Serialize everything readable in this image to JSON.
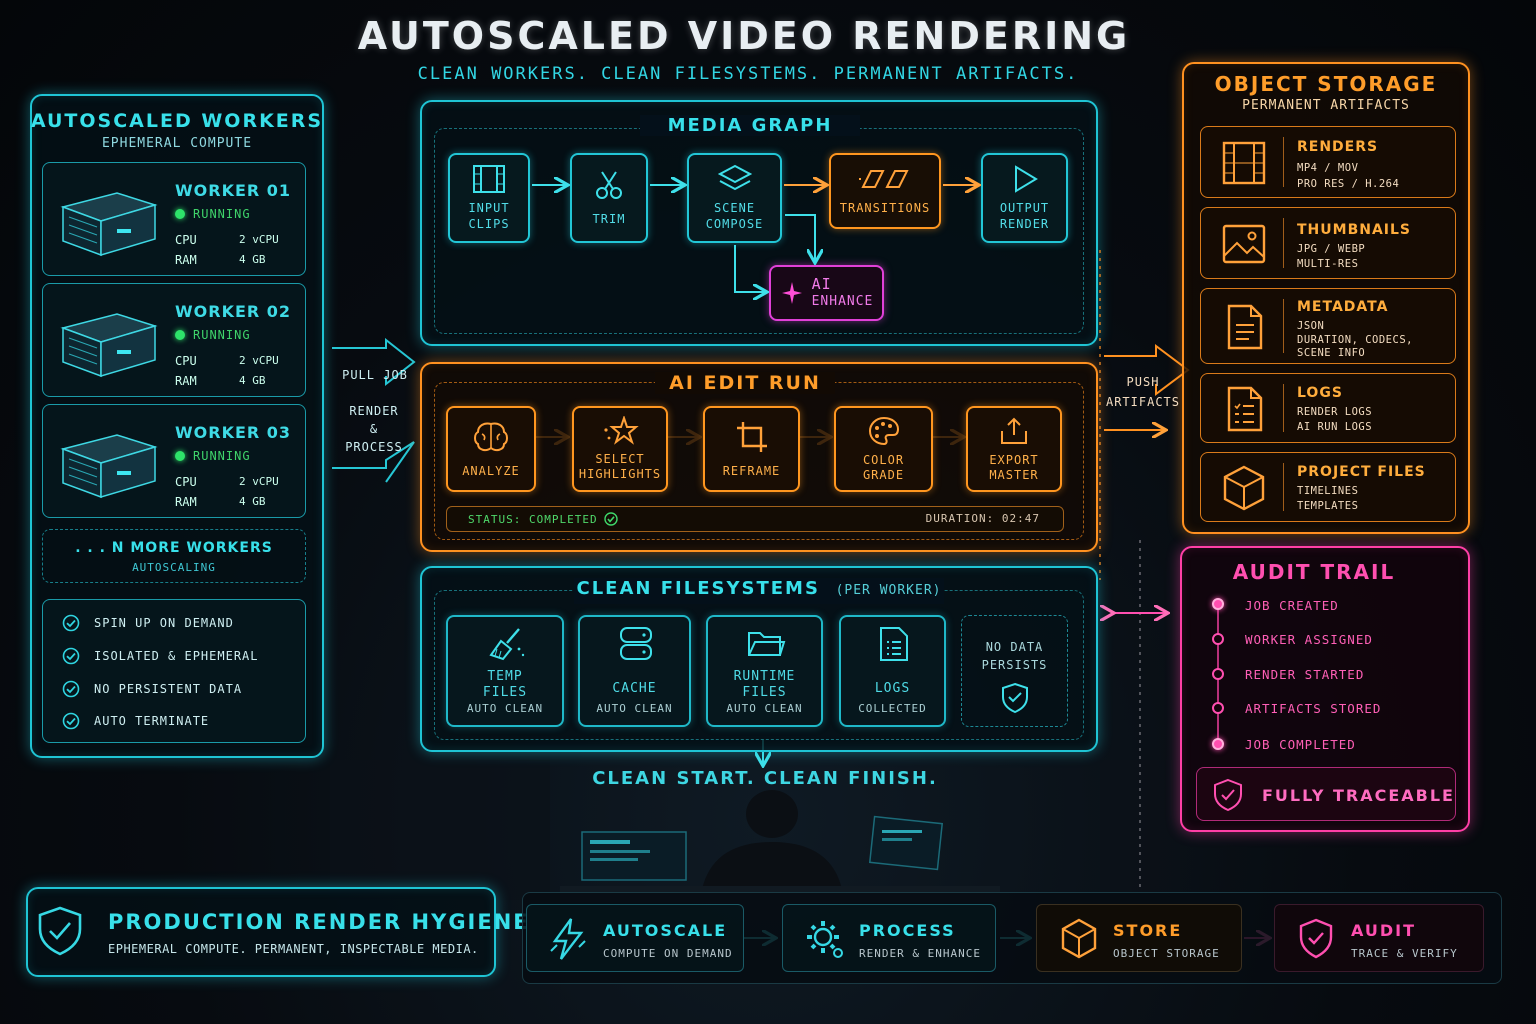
{
  "header": {
    "title": "AUTOSCALED VIDEO RENDERING",
    "subtitle": "CLEAN WORKERS. CLEAN FILESYSTEMS. PERMANENT ARTIFACTS."
  },
  "workers_panel": {
    "title": "AUTOSCALED WORKERS",
    "subtitle": "EPHEMERAL COMPUTE",
    "workers": [
      {
        "name": "WORKER 01",
        "status": "RUNNING",
        "cpu_label": "CPU",
        "cpu": "2 vCPU",
        "ram_label": "RAM",
        "ram": "4 GB"
      },
      {
        "name": "WORKER 02",
        "status": "RUNNING",
        "cpu_label": "CPU",
        "cpu": "2 vCPU",
        "ram_label": "RAM",
        "ram": "4 GB"
      },
      {
        "name": "WORKER 03",
        "status": "RUNNING",
        "cpu_label": "CPU",
        "cpu": "2 vCPU",
        "ram_label": "RAM",
        "ram": "4 GB"
      }
    ],
    "more": {
      "title": ". . . N MORE WORKERS",
      "subtitle": "AUTOSCALING"
    },
    "features": [
      "SPIN UP ON DEMAND",
      "ISOLATED & EPHEMERAL",
      "NO PERSISTENT DATA",
      "AUTO TERMINATE"
    ]
  },
  "connectors": {
    "pull_job": "PULL JOB",
    "render_process": [
      "RENDER",
      "&",
      "PROCESS"
    ],
    "push_artifacts": [
      "PUSH",
      "ARTIFACTS"
    ]
  },
  "media_graph": {
    "title": "MEDIA GRAPH",
    "nodes": [
      {
        "label": [
          "INPUT",
          "CLIPS"
        ]
      },
      {
        "label": [
          "TRIM"
        ]
      },
      {
        "label": [
          "SCENE",
          "COMPOSE"
        ]
      },
      {
        "label": [
          "TRANSITIONS"
        ]
      },
      {
        "label": [
          "OUTPUT",
          "RENDER"
        ]
      },
      {
        "label": [
          "AI",
          "ENHANCE"
        ]
      }
    ]
  },
  "ai_edit_run": {
    "title": "AI EDIT RUN",
    "steps": [
      {
        "label": [
          "ANALYZE"
        ]
      },
      {
        "label": [
          "SELECT",
          "HIGHLIGHTS"
        ]
      },
      {
        "label": [
          "REFRAME"
        ]
      },
      {
        "label": [
          "COLOR",
          "GRADE"
        ]
      },
      {
        "label": [
          "EXPORT",
          "MASTER"
        ]
      }
    ],
    "status": "STATUS: COMPLETED",
    "duration": "DURATION: 02:47"
  },
  "clean_fs": {
    "title": "CLEAN FILESYSTEMS",
    "title_suffix": "(PER WORKER)",
    "nodes": [
      {
        "label": [
          "TEMP",
          "FILES"
        ],
        "sub": "AUTO CLEAN"
      },
      {
        "label": [
          "CACHE"
        ],
        "sub": "AUTO CLEAN"
      },
      {
        "label": [
          "RUNTIME",
          "FILES"
        ],
        "sub": "AUTO CLEAN"
      },
      {
        "label": [
          "LOGS"
        ],
        "sub": "COLLECTED"
      }
    ],
    "no_data": [
      "NO DATA",
      "PERSISTS"
    ],
    "footer": "CLEAN START. CLEAN FINISH."
  },
  "object_storage": {
    "title": "OBJECT STORAGE",
    "subtitle": "PERMANENT ARTIFACTS",
    "items": [
      {
        "title": "RENDERS",
        "lines": [
          "MP4 / MOV",
          "PRO RES / H.264"
        ],
        "icon": "film-icon"
      },
      {
        "title": "THUMBNAILS",
        "lines": [
          "JPG / WEBP",
          "MULTI-RES"
        ],
        "icon": "image-icon"
      },
      {
        "title": "METADATA",
        "lines": [
          "JSON",
          "DURATION, CODECS,",
          "SCENE INFO"
        ],
        "icon": "document-icon"
      },
      {
        "title": "LOGS",
        "lines": [
          "RENDER LOGS",
          "AI RUN LOGS"
        ],
        "icon": "log-icon"
      },
      {
        "title": "PROJECT FILES",
        "lines": [
          "TIMELINES",
          "TEMPLATES"
        ],
        "icon": "cube-icon"
      }
    ]
  },
  "audit_trail": {
    "title": "AUDIT TRAIL",
    "events": [
      "JOB CREATED",
      "WORKER ASSIGNED",
      "RENDER STARTED",
      "ARTIFACTS STORED",
      "JOB COMPLETED"
    ],
    "badge": "FULLY TRACEABLE"
  },
  "hygiene": {
    "title": "PRODUCTION RENDER HYGIENE",
    "subtitle": "EPHEMERAL COMPUTE. PERMANENT, INSPECTABLE MEDIA."
  },
  "flow": [
    {
      "title": "AUTOSCALE",
      "sub": "COMPUTE ON DEMAND"
    },
    {
      "title": "PROCESS",
      "sub": "RENDER & ENHANCE"
    },
    {
      "title": "STORE",
      "sub": "OBJECT STORAGE"
    },
    {
      "title": "AUDIT",
      "sub": "TRACE & VERIFY"
    }
  ],
  "colors": {
    "cyan": "#1fc4d4",
    "orange": "#ff9120",
    "pink": "#ff3fa6",
    "green": "#2ee36a"
  }
}
